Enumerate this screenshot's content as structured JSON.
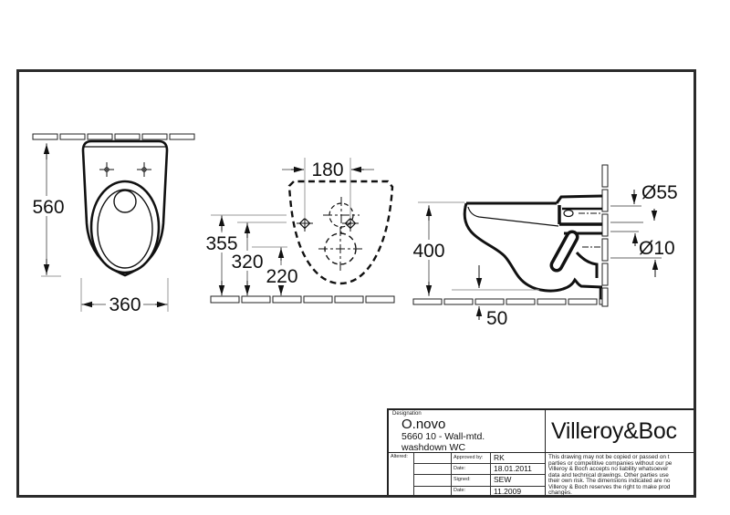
{
  "title_block": {
    "designation_label": "Designation",
    "product": "O.novo",
    "model_line1": "5660 10 - Wall-mtd.",
    "model_line2": "washdown WC",
    "brand": "Villeroy&Boc",
    "altered_label": "Altered:",
    "approval_rows": [
      {
        "label": "Approved by:",
        "value": "RK"
      },
      {
        "label": "Date:",
        "value": "18.01.2011"
      },
      {
        "label": "Signed:",
        "value": "SEW"
      },
      {
        "label": "Date:",
        "value": "11.2009"
      }
    ],
    "legal_lines": [
      "This drawing may not be copied or passed on t",
      "parties or competitive companies without our pe",
      "Villeroy & Boch accepts no liability whatsoever",
      "data and technical drawings. Other parties use",
      "their own risk. The dimensions indicated are no",
      "Villeroy & Boch reserves the right to make prod",
      "changes."
    ]
  },
  "dimensions": {
    "front_view": {
      "height": "560",
      "width": "360"
    },
    "plan_view": {
      "hole_spacing": "180",
      "wall_distance_supply": "355",
      "wall_distance_holes": "320",
      "wall_distance_outlet": "220"
    },
    "side_view": {
      "height": "400",
      "floor_clearance": "50",
      "inlet_diameter": "Ø55",
      "fixing_hole_diameter": "Ø10"
    }
  },
  "colors": {
    "line": "#111111",
    "dim_line": "#666666",
    "ext_line": "#999999",
    "background": "#ffffff"
  }
}
